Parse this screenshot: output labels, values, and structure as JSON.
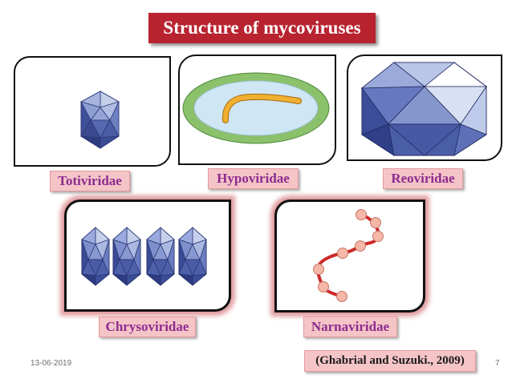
{
  "slide": {
    "title": "Structure of mycoviruses",
    "date": "13-06-2019",
    "page_number": "7",
    "citation": "(Ghabrial and Suzuki., 2009)"
  },
  "families": [
    {
      "label": "Totiviridae",
      "icon": "icosahedral-virion-icon"
    },
    {
      "label": "Hypoviridae",
      "icon": "vesicle-with-rna-icon"
    },
    {
      "label": "Reoviridae",
      "icon": "large-icosahedral-virion-icon"
    },
    {
      "label": "Chrysoviridae",
      "icon": "four-segmented-virions-icon"
    },
    {
      "label": "Narnaviridae",
      "icon": "rna-strand-icon"
    }
  ],
  "colors": {
    "title_bg": "#b8232f",
    "title_text": "#ffffff",
    "label_bg": "#f5c4c7",
    "label_text": "#8d2c8f",
    "virion_blue": "#4a5fa8",
    "rna_orange": "#f0b030",
    "vesicle_green": "#8cc16c",
    "strand_red": "#cc2a2a",
    "bead_pink": "#f5b8a8"
  }
}
